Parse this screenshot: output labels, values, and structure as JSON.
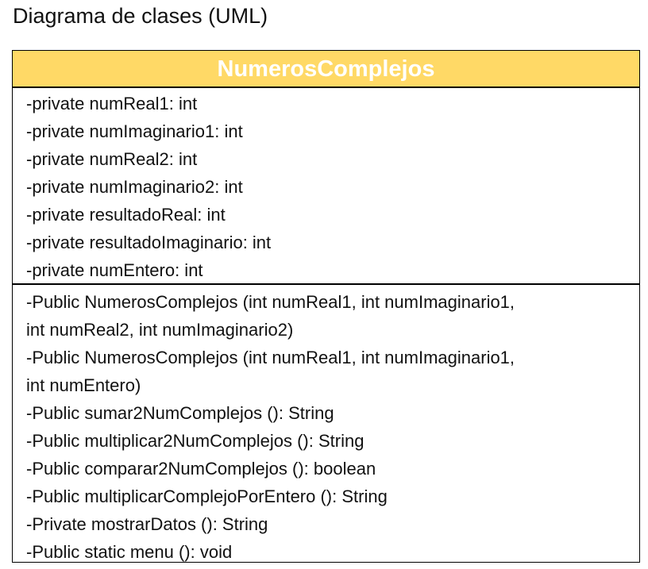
{
  "title": "Diagrama de clases (UML)",
  "colors": {
    "header_fill": "#ffd966",
    "header_text": "#ffffff",
    "border": "#000000"
  },
  "class": {
    "name": "NumerosComplejos",
    "attributes": [
      "-private numReal1: int",
      "-private numImaginario1: int",
      "-private numReal2: int",
      "-private numImaginario2: int",
      "-private resultadoReal: int",
      "-private resultadoImaginario: int",
      "-private numEntero: int"
    ],
    "methods": [
      "-Public NumerosComplejos (int numReal1, int numImaginario1,",
      "int numReal2, int numImaginario2)",
      "-Public NumerosComplejos (int numReal1, int numImaginario1,",
      "int numEntero)",
      "-Public sumar2NumComplejos (): String",
      "-Public multiplicar2NumComplejos (): String",
      "-Public comparar2NumComplejos (): boolean",
      "-Public multiplicarComplejoPorEntero (): String",
      "-Private mostrarDatos (): String",
      "-Public static menu (): void"
    ]
  }
}
